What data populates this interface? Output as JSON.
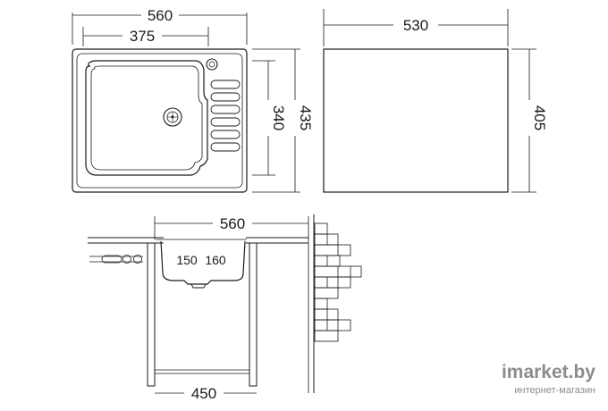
{
  "dimensions": {
    "top_view": {
      "overall_width": "560",
      "bowl_width": "375",
      "bowl_length": "340",
      "overall_length": "435"
    },
    "cutout": {
      "width": "530",
      "length": "405"
    },
    "section_view": {
      "overall_width": "560",
      "depth_left": "150",
      "depth_right": "160",
      "cabinet_width": "450"
    }
  },
  "watermark": {
    "brand": "imarket.by",
    "tagline": "интернет-магазин"
  }
}
